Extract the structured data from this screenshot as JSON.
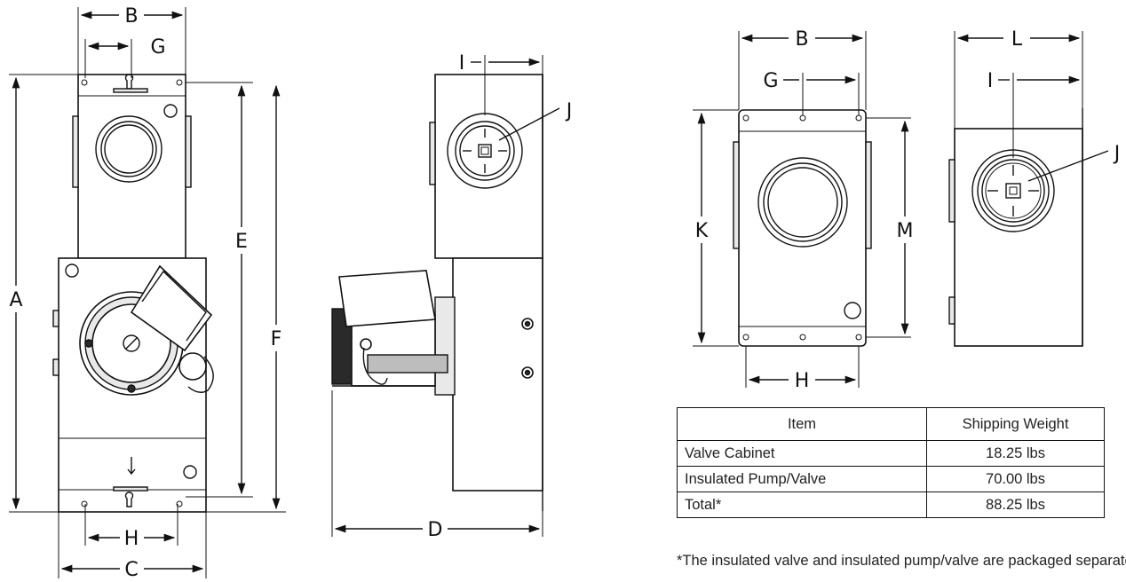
{
  "dimension_labels": {
    "A": "A",
    "B": "B",
    "C": "C",
    "D": "D",
    "E": "E",
    "F": "F",
    "G": "G",
    "H": "H",
    "I": "I",
    "J": "J",
    "K": "K",
    "L": "L",
    "M": "M"
  },
  "table": {
    "headers": [
      "Item",
      "Shipping Weight"
    ],
    "rows": [
      [
        "Valve Cabinet",
        "18.25 lbs"
      ],
      [
        "Insulated Pump/Valve",
        "70.00 lbs"
      ],
      [
        "Total*",
        "88.25 lbs"
      ]
    ]
  },
  "footnote": "*The insulated valve and insulated pump/valve are packaged separately."
}
